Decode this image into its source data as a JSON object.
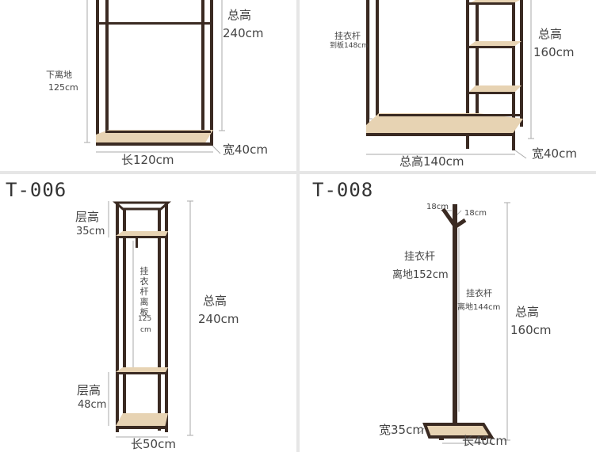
{
  "colors": {
    "frame": "#3a2a22",
    "shelf": "#e7d3b3",
    "dim_line": "#aaaaaa",
    "text": "#444444",
    "background": "#ffffff"
  },
  "panel_top_left": {
    "label_ground": "下离地",
    "label_ground_value": "125cm",
    "label_height": "总高",
    "label_height_value": "240cm",
    "label_width": "宽40cm",
    "label_length": "长120cm"
  },
  "panel_top_right": {
    "label_rod": "挂衣杆",
    "label_rod_value": "到板148cm",
    "label_height": "总高",
    "label_height_value": "160cm",
    "label_width": "宽40cm",
    "label_length": "总高140cm"
  },
  "panel_bottom_left": {
    "model": "T-006",
    "label_layer1": "层高",
    "label_layer1_value": "35cm",
    "label_layer2": "层高",
    "label_layer2_value": "48cm",
    "label_rod_vertical": "挂衣杆离板",
    "label_rod_value": "125",
    "label_rod_unit": "cm",
    "label_height": "总高",
    "label_height_value": "240cm",
    "label_length": "长50cm"
  },
  "panel_bottom_right": {
    "model": "T-008",
    "label_hook_left": "18cm",
    "label_hook_right": "18cm",
    "label_rod": "挂衣杆",
    "label_rod_value": "离地152cm",
    "label_rod2": "挂衣杆",
    "label_rod2_value": "离地144cm",
    "label_height": "总高",
    "label_height_value": "160cm",
    "label_width": "宽35cm",
    "label_length": "长40cm"
  }
}
